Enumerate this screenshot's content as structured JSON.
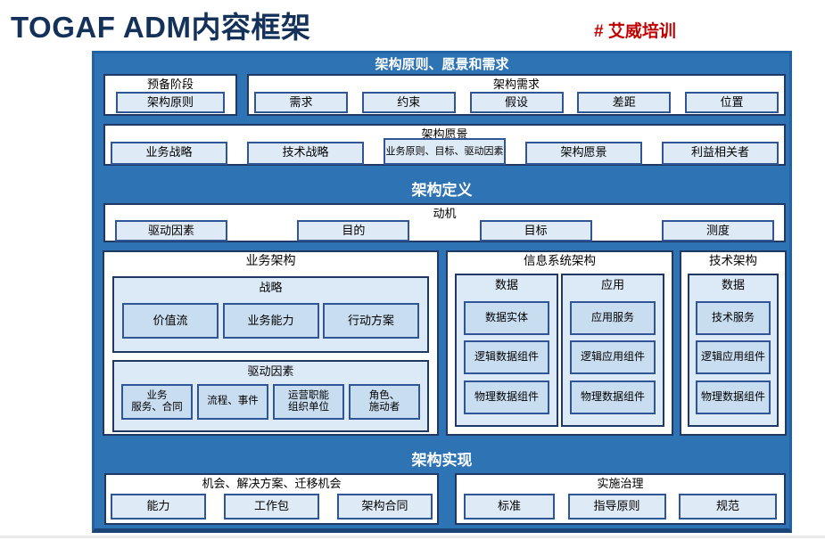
{
  "page": {
    "title": "TOGAF ADM内容框架",
    "brand": "# 艾威培训"
  },
  "colors": {
    "frame_blue": "#2E74B5",
    "dark_navy_border": "#1F3864",
    "leaf_light_blue": "#DEEAF6",
    "leaf_nested_blue": "#C9DDF1",
    "title_navy": "#14315A",
    "brand_red": "#C00000"
  },
  "sections": {
    "principles": {
      "header": "架构原则、愿景和需求",
      "preliminary": {
        "title": "预备阶段",
        "items": [
          "架构原则"
        ]
      },
      "requirements": {
        "title": "架构需求",
        "items": [
          "需求",
          "约束",
          "假设",
          "差距",
          "位置"
        ]
      },
      "vision": {
        "title": "架构愿景",
        "items": [
          "业务战略",
          "技术战略",
          "业务原则、目标、驱动因素",
          "架构愿景",
          "利益相关者"
        ]
      }
    },
    "definition": {
      "header": "架构定义",
      "motivation": {
        "title": "动机",
        "items": [
          "驱动因素",
          "目的",
          "目标",
          "测度"
        ]
      },
      "business": {
        "title": "业务架构",
        "groups": [
          {
            "title": "战略",
            "items": [
              "价值流",
              "业务能力",
              "行动方案"
            ]
          },
          {
            "title": "驱动因素",
            "items": [
              "业务\n服务、合同",
              "流程、事件",
              "运营职能\n组织单位",
              "角色、\n施动者"
            ]
          }
        ]
      },
      "information": {
        "title": "信息系统架构",
        "groups": [
          {
            "title": "数据",
            "items": [
              "数据实体",
              "逻辑数据组件",
              "物理数据组件"
            ]
          },
          {
            "title": "应用",
            "items": [
              "应用服务",
              "逻辑应用组件",
              "物理数据组件"
            ]
          }
        ]
      },
      "technology": {
        "title": "技术架构",
        "groups": [
          {
            "title": "数据",
            "items": [
              "技术服务",
              "逻辑应用组件",
              "物理数据组件"
            ]
          }
        ]
      }
    },
    "realization": {
      "header": "架构实现",
      "opportunities": {
        "title": "机会、解决方案、迁移机会",
        "items": [
          "能力",
          "工作包",
          "架构合同"
        ]
      },
      "governance": {
        "title": "实施治理",
        "items": [
          "标准",
          "指导原则",
          "规范"
        ]
      }
    }
  }
}
